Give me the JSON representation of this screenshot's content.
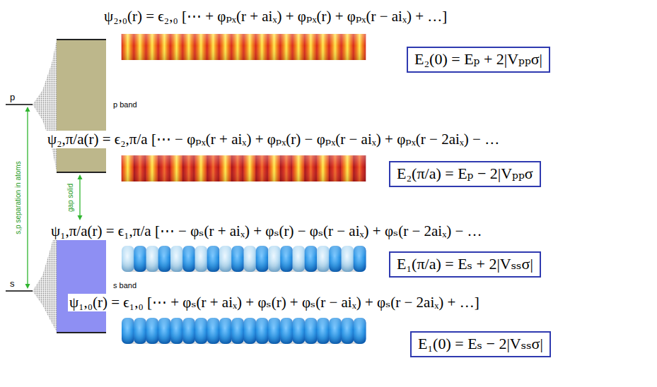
{
  "diagram": {
    "nodes": [
      {
        "text": [
          "p band"
        ]
      },
      {
        "text": [
          "E₂(0) = Eₚ + 2|Vₚₚσ|"
        ]
      },
      {
        "text": [
          "E₂(π/a) = Eₚ − 2|Vₚₚσ"
        ]
      },
      {
        "text": [
          "s band"
        ]
      },
      {
        "text": [
          "E₁(π/a) = Eₛ + 2|Vₛₛσ|"
        ]
      },
      {
        "text": [
          "E₁(0) = Eₛ − 2|Vₛₛσ|"
        ]
      }
    ],
    "labels": [
      "ψ₂,₀(r) = ϵ₂,₀ [⋯ + φₚₓ(r + aiₓ) + φₚₓ(r) + φₚₓ(r − aiₓ) + …]",
      "p",
      "ψ₂,π/a(r) = ϵ₂,π/a [⋯ − φₚₓ(r + aiₓ) + φₚₓ(r) − φₚₓ(r − aiₓ) + φₚₓ(r − 2aiₓ) − …",
      "gap solid",
      "s,p separation in atoms",
      "ψ₁,π/a(r) = ϵ₁,π/a [⋯ − φₛ(r + aiₓ) + φₛ(r) − φₛ(r − aiₓ) + φₛ(r − 2aiₓ) − …",
      "s",
      "ψ₁,₀(r) = ϵ₁,₀ [⋯ + φₛ(r + aiₓ) + φₛ(r) + φₛ(r − aiₓ) + φₛ(r − 2aiₓ) + …]"
    ]
  }
}
